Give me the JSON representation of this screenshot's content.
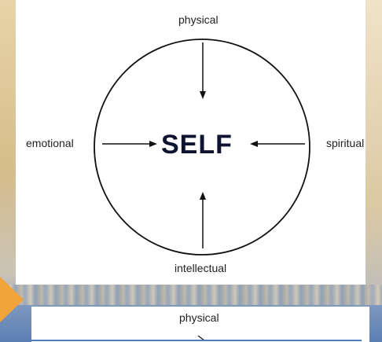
{
  "diagram": {
    "center_label": "SELF",
    "top_label": "physical",
    "left_label": "emotional",
    "right_label": "spiritual",
    "bottom_label": "intellectual"
  },
  "next_slide": {
    "top_label": "physical"
  },
  "colors": {
    "accent": "#f2a33a",
    "ink": "#0d1330",
    "rule": "#4f7fc1"
  }
}
